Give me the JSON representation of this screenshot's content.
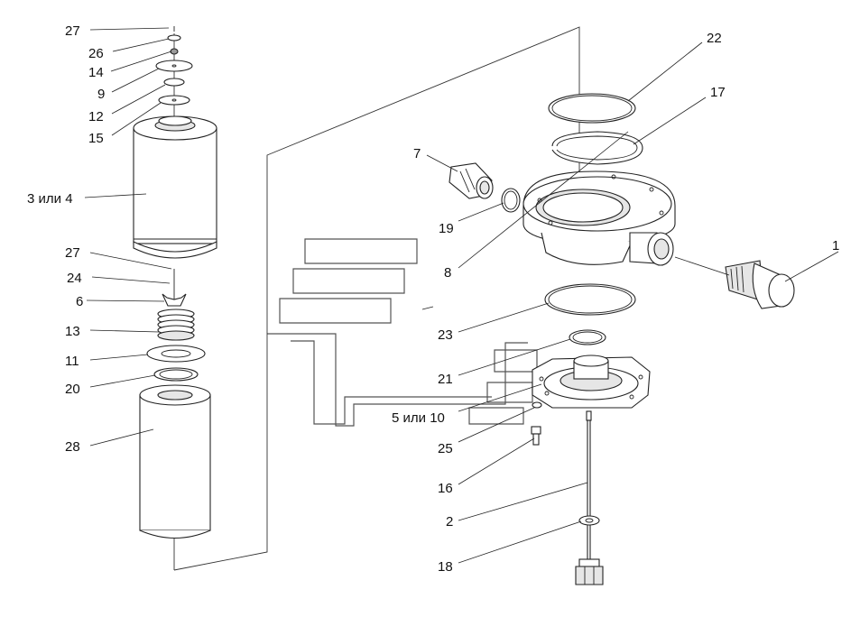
{
  "diagram": {
    "callouts": [
      {
        "id": "c27a",
        "text": "27"
      },
      {
        "id": "c26",
        "text": "26"
      },
      {
        "id": "c14",
        "text": "14"
      },
      {
        "id": "c9",
        "text": "9"
      },
      {
        "id": "c12",
        "text": "12"
      },
      {
        "id": "c15",
        "text": "15"
      },
      {
        "id": "c3",
        "text": "3 или 4"
      },
      {
        "id": "c27b",
        "text": "27"
      },
      {
        "id": "c24",
        "text": "24"
      },
      {
        "id": "c6",
        "text": "6"
      },
      {
        "id": "c13",
        "text": "13"
      },
      {
        "id": "c11",
        "text": "11"
      },
      {
        "id": "c20",
        "text": "20"
      },
      {
        "id": "c28",
        "text": "28"
      },
      {
        "id": "c22",
        "text": "22"
      },
      {
        "id": "c17",
        "text": "17"
      },
      {
        "id": "c7",
        "text": "7"
      },
      {
        "id": "c19",
        "text": "19"
      },
      {
        "id": "c1",
        "text": "1"
      },
      {
        "id": "c8",
        "text": "8"
      },
      {
        "id": "c23",
        "text": "23"
      },
      {
        "id": "c21",
        "text": "21"
      },
      {
        "id": "c5",
        "text": "5 или 10"
      },
      {
        "id": "c25",
        "text": "25"
      },
      {
        "id": "c16",
        "text": "16"
      },
      {
        "id": "c2",
        "text": "2"
      },
      {
        "id": "c18",
        "text": "18"
      }
    ]
  }
}
